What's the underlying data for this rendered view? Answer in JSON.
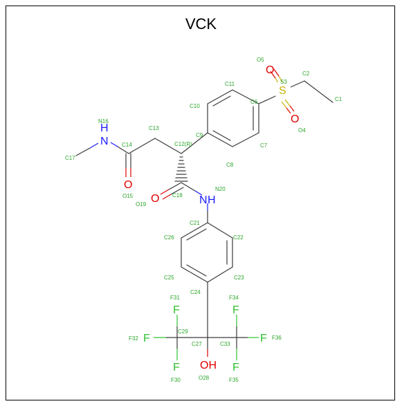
{
  "title": "VCK",
  "atom_labels": {
    "C1": "C1",
    "C2": "C2",
    "S3": "S3",
    "O4": "O4",
    "O5": "O5",
    "C6": "C6",
    "C7": "C7",
    "C8": "C8",
    "C9": "C9",
    "C10": "C10",
    "C11": "C11",
    "C12": "C12(R)",
    "C13": "C13",
    "C14": "C14",
    "O15": "O15",
    "N16": "N16",
    "C17": "C17",
    "C18": "C18",
    "O19": "O19",
    "N20": "N20",
    "C21": "C21",
    "C22": "C22",
    "C23": "C23",
    "C24": "C24",
    "C25": "C25",
    "C26": "C26",
    "C27": "C27",
    "O28": "O28",
    "C29": "C29",
    "F30": "F30",
    "F31": "F31",
    "F32": "F32",
    "C33": "C33",
    "F34": "F34",
    "F35": "F35",
    "F36": "F36"
  },
  "element_symbols": {
    "S": "S",
    "O": "O",
    "N": "N",
    "H": "H",
    "OH": "OH",
    "F": "F"
  },
  "colors": {
    "carbon_bond": "#3a3a3a",
    "sulfur": "#c9b200",
    "oxygen": "#e00000",
    "nitrogen": "#1a1aff",
    "fluorine": "#30c030",
    "label": "#2aa52a"
  }
}
